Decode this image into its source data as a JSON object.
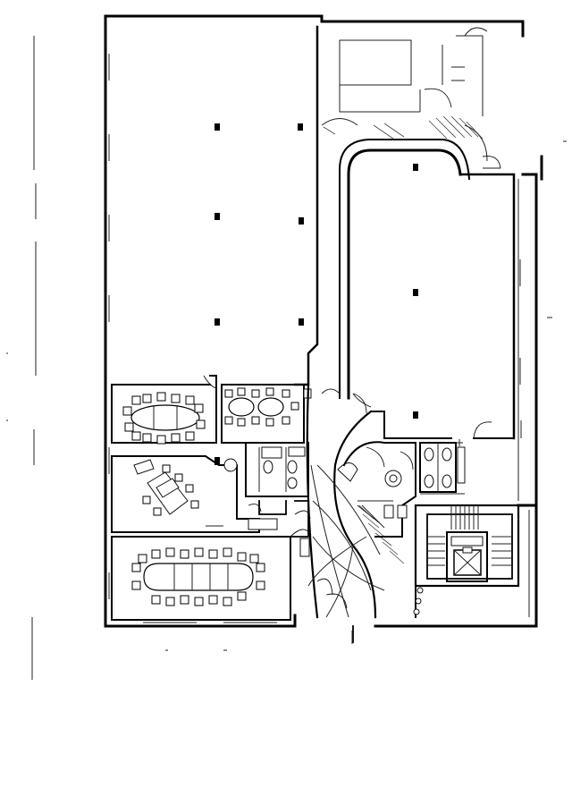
{
  "colors": {
    "ink": "#000000",
    "paper": "#ffffff"
  },
  "plan": {
    "rooms": [
      {
        "id": "open-office-west",
        "label": ""
      },
      {
        "id": "open-office-east",
        "label": ""
      },
      {
        "id": "conference-room-north",
        "label": ""
      },
      {
        "id": "meeting-room",
        "label": ""
      },
      {
        "id": "office-desks",
        "label": ""
      },
      {
        "id": "conference-room-south",
        "label": ""
      },
      {
        "id": "restrooms",
        "label": ""
      },
      {
        "id": "stair-elevator-core",
        "label": ""
      },
      {
        "id": "lobby-corridor",
        "label": ""
      }
    ]
  }
}
